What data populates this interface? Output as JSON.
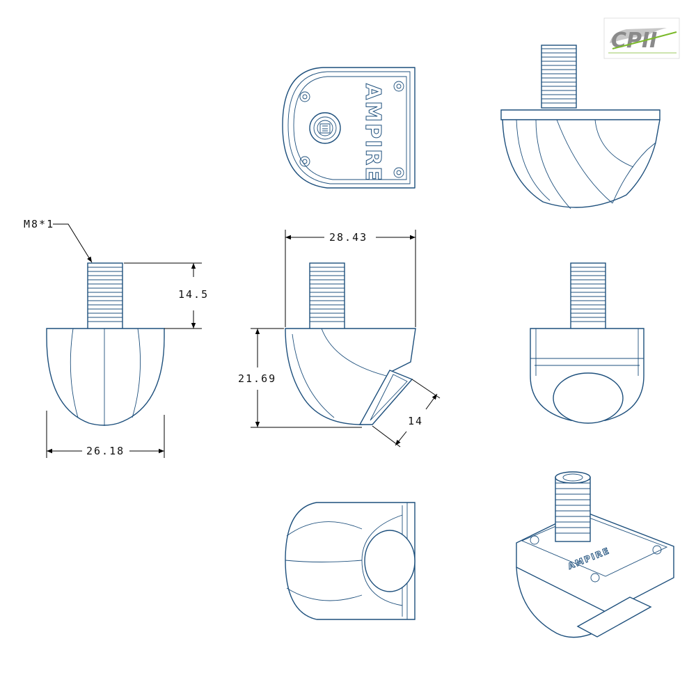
{
  "logo": {
    "text": "CPII",
    "accent_color": "#7ab929",
    "grey_color": "#8a8a8a"
  },
  "colors": {
    "part_stroke": "#1d4f7c",
    "dimension_stroke": "#000000"
  },
  "dimensions": {
    "thread_spec": "M8*1",
    "thread_length": "14.5",
    "base_width": "26.18",
    "top_width": "28.43",
    "height": "21.69",
    "lens": "14"
  },
  "brand_mark": "AMPIRE"
}
